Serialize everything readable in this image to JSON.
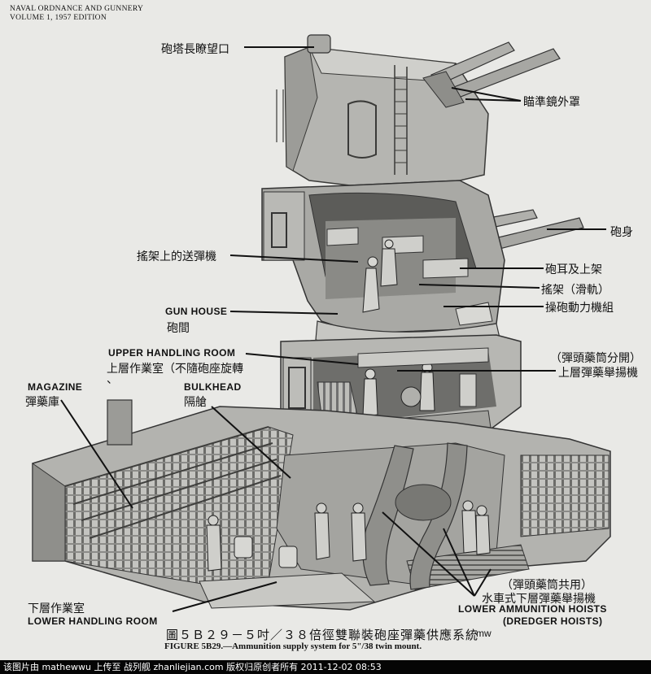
{
  "header": {
    "line1": "NAVAL ORDNANCE AND GUNNERY",
    "line2": "VOLUME 1, 1957 EDITION"
  },
  "labels": {
    "rangefinder_hood": "砲塔長瞭望口",
    "sight_hood": "瞄準鏡外罩",
    "gun_barrel": "砲身",
    "cradle_rammer": "搖架上的送彈機",
    "trunnion_carriage": "砲耳及上架",
    "cradle_slide": "搖架（滑軌）",
    "training_power_unit": "操砲動力機組",
    "gun_house_en": "GUN HOUSE",
    "gun_house_zh": "砲間",
    "upper_handling_en": "UPPER HANDLING ROOM",
    "upper_handling_zh": "上層作業室（不隨砲座旋轉",
    "upper_handling_tail": "、",
    "upper_hoist_note": "（彈頭藥筒分開）",
    "upper_hoist": "上層彈藥舉揚機",
    "magazine_en": "MAGAZINE",
    "magazine_zh": "彈藥庫",
    "bulkhead_en": "BULKHEAD",
    "bulkhead_zh": "隔艙",
    "lower_handling_zh": "下層作業室",
    "lower_handling_en": "LOWER HANDLING ROOM",
    "lower_hoist_note": "（彈頭藥筒共用）",
    "lower_hoist_zh": "水車式下層彈藥舉揚機",
    "lower_hoist_en": "LOWER AMMUNITION HOISTS",
    "dredger_en": "(DREDGER HOISTS)"
  },
  "caption": {
    "zh": "圖５Ｂ２９－５吋／３８倍徑雙聯裝砲座彈藥供應系統",
    "mark": "mw",
    "en": "FIGURE 5B29.—Ammunition supply system for 5\"/38 twin mount."
  },
  "footer": {
    "text": "该图片由 mathewwu 上传至 战列舰 zhanliejian.com 版权归原创者所有 2011-12-02 08:53"
  },
  "colors": {
    "page": "#e9e9e6",
    "steel": "#b9b9b5",
    "steel_dark": "#7d7d79",
    "shadow": "#4a4a48",
    "footer": "#050505"
  }
}
